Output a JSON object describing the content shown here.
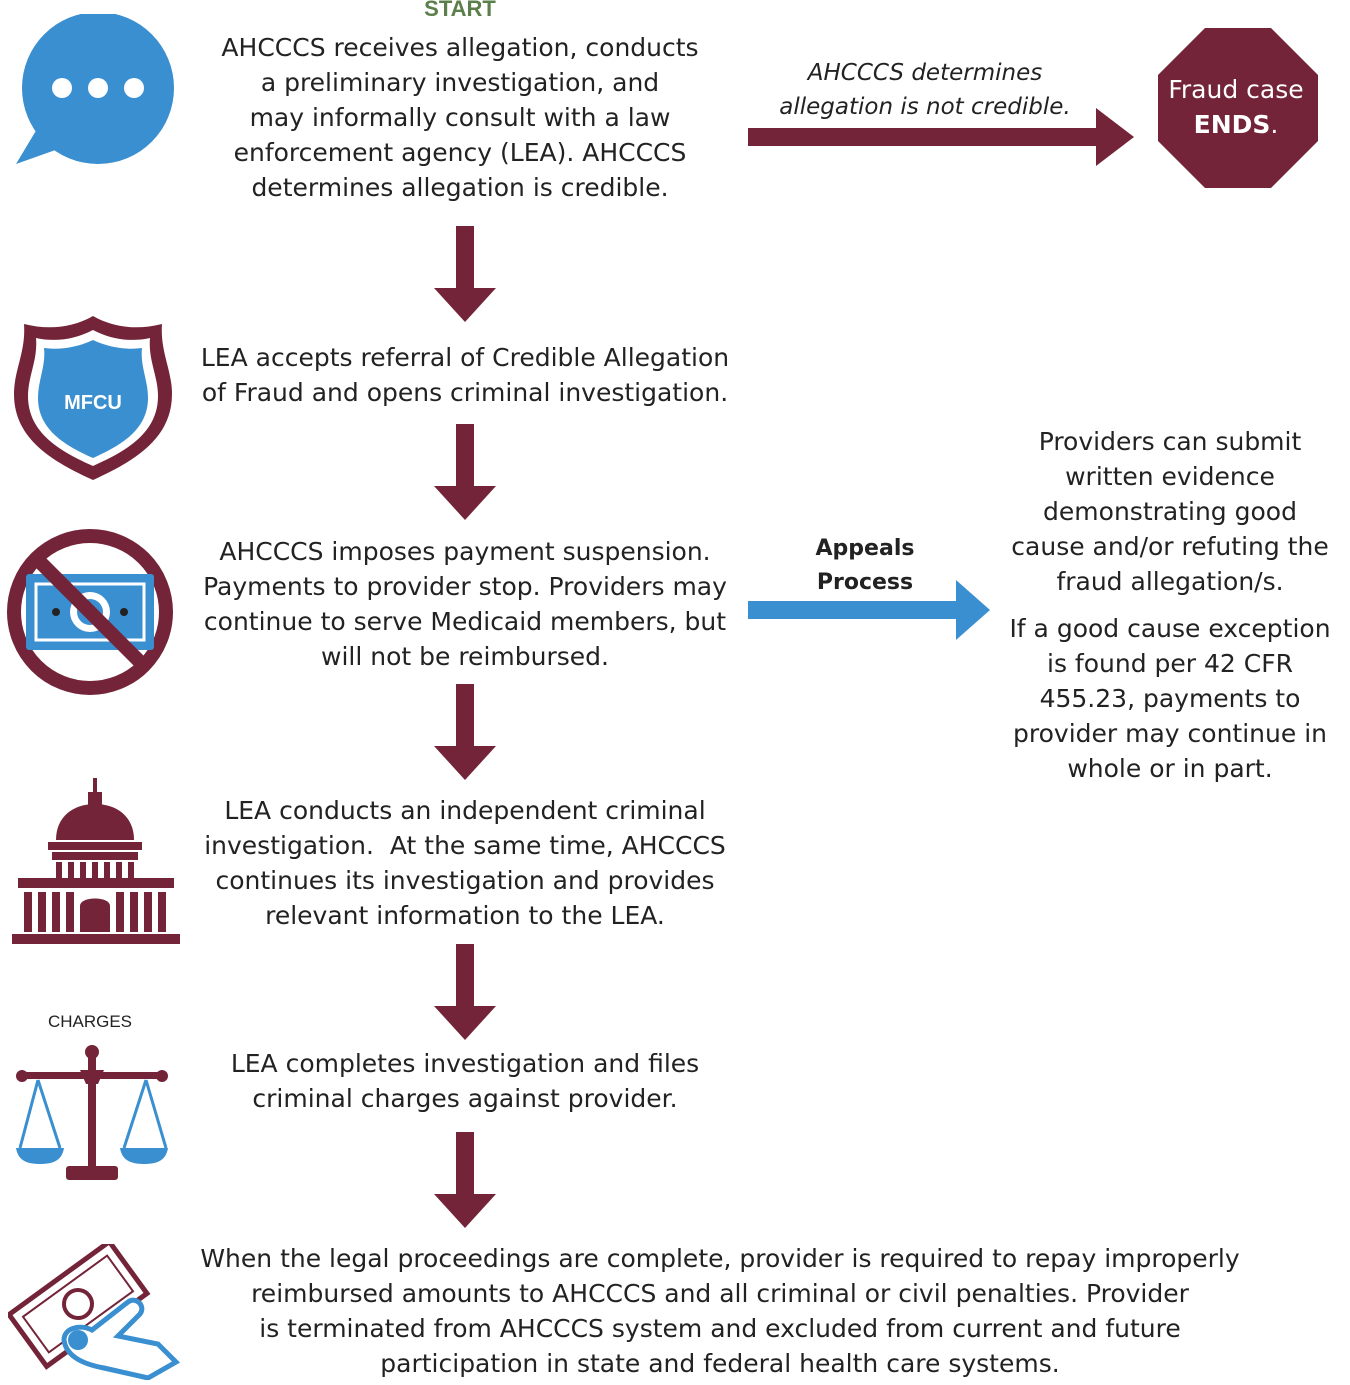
{
  "colors": {
    "maroon": "#742438",
    "blue": "#3a8fd0",
    "green": "#5b7f4a",
    "text": "#222222"
  },
  "icons": [
    "speech-bubble-icon",
    "police-badge-icon",
    "no-money-icon",
    "capitol-building-icon",
    "scales-of-justice-icon",
    "hand-money-icon",
    "stop-sign-icon"
  ],
  "start_label": "START",
  "steps": [
    {
      "lines": [
        "AHCCCS receives allegation, conducts",
        "a preliminary investigation, and",
        "may informally consult with a law",
        "enforcement agency (LEA). AHCCCS",
        "determines allegation is credible."
      ]
    },
    {
      "lines": [
        "LEA accepts referral of Credible Allegation",
        "of Fraud and opens criminal investigation."
      ]
    },
    {
      "lines": [
        "AHCCCS imposes payment suspension.",
        "Payments to provider stop. Providers may",
        "continue to serve Medicaid members, but",
        "will not be reimbursed."
      ]
    },
    {
      "lines": [
        "LEA conducts an independent criminal",
        "investigation.  At the same time, AHCCCS",
        "continues its investigation and provides",
        "relevant information to the LEA."
      ]
    },
    {
      "lines": [
        "LEA completes investigation and files",
        "criminal charges against provider."
      ]
    },
    {
      "lines": [
        "When the legal proceedings are complete, provider is required to repay improperly",
        "reimbursed amounts to AHCCCS and all criminal or civil penalties. Provider",
        "is terminated from AHCCCS system and excluded from current and future",
        "participation in state and federal health care systems."
      ]
    }
  ],
  "not_credible": [
    "AHCCCS determines",
    "allegation is not credible."
  ],
  "stop": {
    "line1": "Fraud case",
    "line2_bold": "ENDS",
    "line2_tail": "."
  },
  "badge_text": "MFCU",
  "appeals": {
    "label": [
      "Appeals",
      "Process"
    ],
    "paragraphs": [
      [
        "Providers can submit",
        "written evidence",
        "demonstrating good",
        "cause and/or refuting the",
        "fraud allegation/s."
      ],
      [
        "If a good cause exception",
        "is found per 42 CFR",
        "455.23, payments to",
        "provider may continue in",
        "whole or in part."
      ]
    ]
  },
  "charges_label": "CHARGES"
}
